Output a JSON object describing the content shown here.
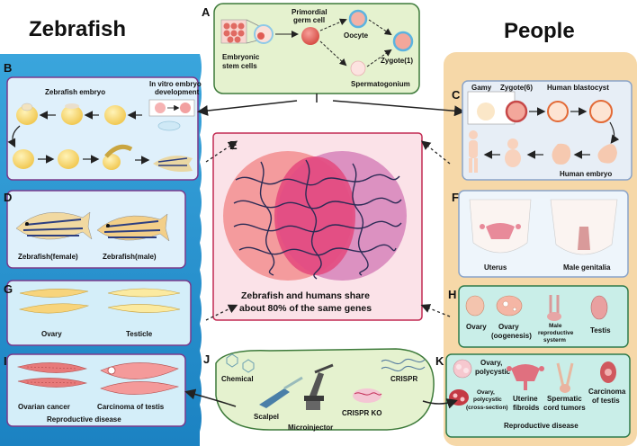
{
  "headers": {
    "left": "Zebrafish",
    "right": "People"
  },
  "panels": {
    "A": {
      "letter": "A",
      "labels": {
        "stem": "Embryonic stem cells",
        "stem_l1": "Embryonic",
        "stem_l2": "stem cells",
        "pgc_l1": "Primordial",
        "pgc_l2": "germ cell",
        "oocyte": "Oocyte",
        "zygote": "Zygote(1)",
        "spermatogonium": "Spermatogonium"
      }
    },
    "B": {
      "letter": "B",
      "labels": {
        "embryo": "Zebrafish embryo",
        "invitro_l1": "In vitro embryo",
        "invitro_l2": "development"
      }
    },
    "C": {
      "letter": "C",
      "labels": {
        "gamy": "Gamy",
        "zygote": "Zygote(6)",
        "blastocyst": "Human blastocyst",
        "embryo": "Human embryo"
      }
    },
    "D": {
      "letter": "D",
      "labels": {
        "female": "Zebrafish(female)",
        "male": "Zebrafish(male)"
      }
    },
    "E": {
      "letter": "E",
      "caption_l1": "Zebrafish and humans share",
      "caption_l2": "about 80% of the same genes"
    },
    "F": {
      "letter": "F",
      "labels": {
        "uterus": "Uterus",
        "male": "Male genitalia"
      }
    },
    "G": {
      "letter": "G",
      "labels": {
        "ovary": "Ovary",
        "testicle": "Testicle"
      }
    },
    "H": {
      "letter": "H",
      "labels": {
        "ovary": "Ovary",
        "ovary_og_l1": "Ovary",
        "ovary_og_l2": "(oogenesis)",
        "male_l1": "Male",
        "male_l2": "reproductive",
        "male_l3": "systerm",
        "testis": "Testis"
      }
    },
    "I": {
      "letter": "I",
      "labels": {
        "ovarian": "Ovarian cancer",
        "carcinoma": "Carcinoma of testis",
        "disease": "Reproductive disease"
      }
    },
    "J": {
      "letter": "J",
      "labels": {
        "chemical": "Chemical",
        "scalpel": "Scalpel",
        "microinjector": "Microinjector",
        "crispr": "CRISPR",
        "crispr_ko": "CRISPR KO"
      }
    },
    "K": {
      "letter": "K",
      "labels": {
        "ovary_poly_l1": "Ovary,",
        "ovary_poly_l2": "polycystic",
        "ovary_cross_l1": "Ovary,",
        "ovary_cross_l2": "polycystic",
        "ovary_cross_l3": "(cross-section)",
        "fibroids_l1": "Uterine",
        "fibroids_l2": "fibroids",
        "spermatic_l1": "Spermatic",
        "spermatic_l2": "cord tumors",
        "carcinoma_l1": "Carcinoma",
        "carcinoma_l2": "of testis",
        "disease": "Reproductive disease"
      }
    }
  },
  "colors": {
    "zebrafish_bg": "#2a97d2",
    "people_bg": "#f6d8a8",
    "panel_A_bg": "#e5f2cf",
    "panel_blue_bg": "#d7eef8",
    "panel_purple": "#7a3a8c",
    "panel_green_border": "#2f7a4a",
    "panel_F_bg": "#eef5fb",
    "panel_H_bg": "#c9eee8",
    "panel_E_border": "#c22a52",
    "panel_E_bg": "#fbe2e8"
  },
  "icons": [
    "embryo-icon",
    "zebrafish-icon",
    "ovary-icon",
    "testis-icon",
    "uterus-icon",
    "dna-icon",
    "scalpel-icon",
    "microscope-icon",
    "petri-dish-icon",
    "arrow-icon"
  ]
}
